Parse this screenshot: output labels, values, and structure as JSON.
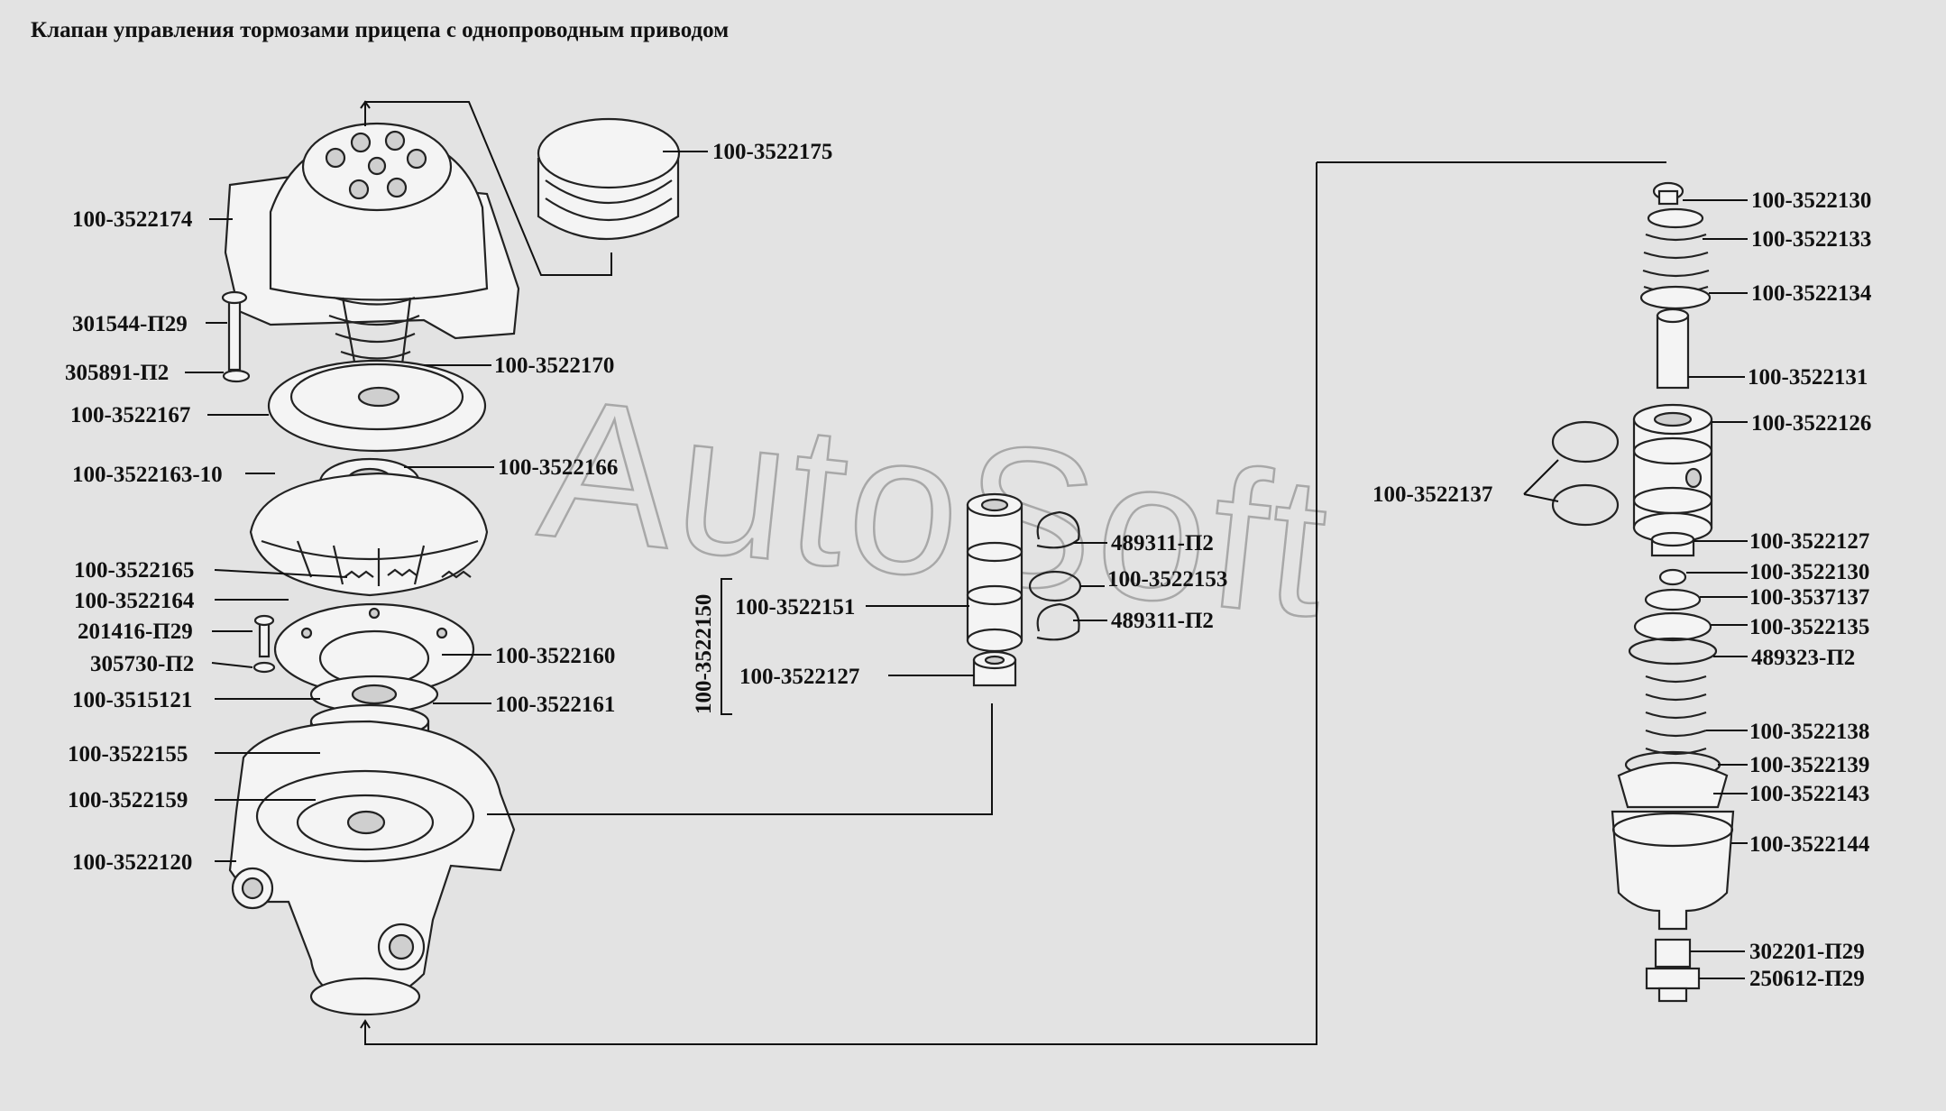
{
  "title": "Клапан управления тормозами прицепа с однопроводным приводом",
  "watermark": "AutoSoft",
  "callouts": {
    "p175": "100-3522175",
    "p174": "100-3522174",
    "p301544": "301544-П29",
    "p305891": "305891-П2",
    "p170": "100-3522170",
    "p167": "100-3522167",
    "p163": "100-3522163-10",
    "p166": "100-3522166",
    "p165": "100-3522165",
    "p164": "100-3522164",
    "p201416": "201416-П29",
    "p305730": "305730-П2",
    "p160": "100-3522160",
    "p3515121": "100-3515121",
    "p161": "100-3522161",
    "p155": "100-3522155",
    "p159": "100-3522159",
    "p120": "100-3522120",
    "p150": "100-3522150",
    "p151": "100-3522151",
    "p127a": "100-3522127",
    "p489a": "489311-П2",
    "p153": "100-3522153",
    "p489b": "489311-П2",
    "p130a": "100-3522130",
    "p133": "100-3522133",
    "p134": "100-3522134",
    "p131": "100-3522131",
    "p126": "100-3522126",
    "p137": "100-3522137",
    "p127b": "100-3522127",
    "p130b": "100-3522130",
    "p3537137": "100-3537137",
    "p135": "100-3522135",
    "p489323": "489323-П2",
    "p138": "100-3522138",
    "p139": "100-3522139",
    "p143": "100-3522143",
    "p144": "100-3522144",
    "p302201": "302201-П29",
    "p250612": "250612-П29"
  }
}
